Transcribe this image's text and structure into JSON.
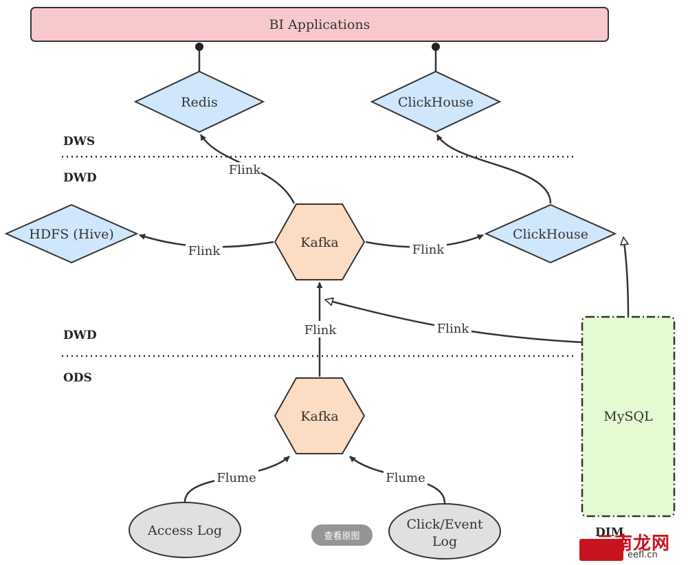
{
  "layers": {
    "dws": "DWS",
    "dwd_top": "DWD",
    "dwd_bottom": "DWD",
    "ods": "ODS",
    "dim": "DIM"
  },
  "nodes": {
    "bi_applications": "BI Applications",
    "redis": "Redis",
    "clickhouse_top": "ClickHouse",
    "hdfs_hive": "HDFS (Hive)",
    "kafka_dwd": "Kafka",
    "clickhouse_dwd": "ClickHouse",
    "kafka_ods": "Kafka",
    "mysql": "MySQL",
    "access_log": "Access Log",
    "click_event_log_line1": "Click/Event",
    "click_event_log_line2": "Log"
  },
  "edges": {
    "flink_to_redis": "Flink",
    "flink_to_hdfs": "Flink",
    "flink_to_clickhouse": "Flink",
    "flink_ods_to_dwd": "Flink",
    "flink_mysql_to_kafka": "Flink",
    "flume_access": "Flume",
    "flume_click": "Flume"
  },
  "ui": {
    "view_original_button": "查看原图"
  },
  "watermark": {
    "title": "云南龙网",
    "site": "eefl.cn"
  },
  "colors": {
    "bi_fill": "#f8c9cc",
    "store_fill": "#cfe6fb",
    "kafka_fill": "#fcdcc3",
    "mysql_fill": "#e3fad3",
    "log_fill": "#e0e0e0",
    "stroke": "#333333"
  }
}
